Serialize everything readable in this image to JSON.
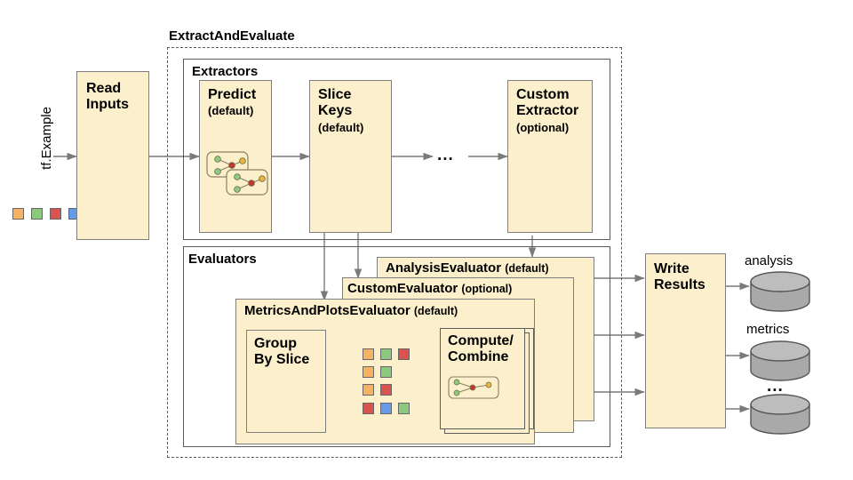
{
  "diagram": {
    "title_outer": "ExtractAndEvaluate",
    "input_label": "tf.Example",
    "read_inputs": {
      "line1": "Read",
      "line2": "Inputs"
    },
    "extractors": {
      "group_label": "Extractors",
      "nodes": [
        {
          "name": "predict",
          "line1": "Predict",
          "line2": "",
          "qualifier": "(default)",
          "has_graph_icon": true
        },
        {
          "name": "slice-keys",
          "line1": "Slice",
          "line2": "Keys",
          "qualifier": "(default)",
          "has_graph_icon": false
        },
        {
          "name": "custom-extractor",
          "line1": "Custom",
          "line2": "Extractor",
          "qualifier": "(optional)",
          "has_graph_icon": false
        }
      ],
      "ellipsis": "..."
    },
    "evaluators": {
      "group_label": "Evaluators",
      "stack": [
        {
          "name": "analysis-evaluator",
          "label": "AnalysisEvaluator",
          "qualifier": "(default)"
        },
        {
          "name": "custom-evaluator",
          "label": "CustomEvaluator",
          "qualifier": "(optional)"
        },
        {
          "name": "metrics-and-plots-evaluator",
          "label": "MetricsAndPlotsEvaluator",
          "qualifier": "(default)"
        }
      ],
      "group_by_slice": {
        "line1": "Group",
        "line2": "By Slice"
      },
      "compute_combine": {
        "line1": "Compute/",
        "line2": "Combine"
      },
      "slice_rows": [
        [
          "#F5B263",
          "#8CC97F",
          "#D9534F"
        ],
        [
          "#F5B263",
          "#8CC97F"
        ],
        [
          "#F5B263",
          "#D9534F"
        ],
        [
          "#D9534F",
          "#6699E8",
          "#8CC97F"
        ]
      ]
    },
    "write_results": {
      "line1": "Write",
      "line2": "Results"
    },
    "outputs": [
      {
        "name": "analysis-store",
        "label": "analysis"
      },
      {
        "name": "metrics-store",
        "label": "metrics"
      },
      {
        "name": "more-store",
        "label": "..."
      }
    ],
    "input_chips": [
      "#F5B263",
      "#8CC97F",
      "#D9534F",
      "#6699E8"
    ],
    "colors": {
      "box_fill": "#FCEFCB",
      "box_stroke": "#7f7f7f",
      "group_stroke": "#5b5b5b",
      "arrow": "#7a7a7a",
      "cylinder_fill": "#A9A9A9",
      "cylinder_stroke": "#555555",
      "orange": "#F5B263",
      "green": "#8CC97F",
      "red": "#D9534F",
      "blue": "#6699E8"
    }
  }
}
